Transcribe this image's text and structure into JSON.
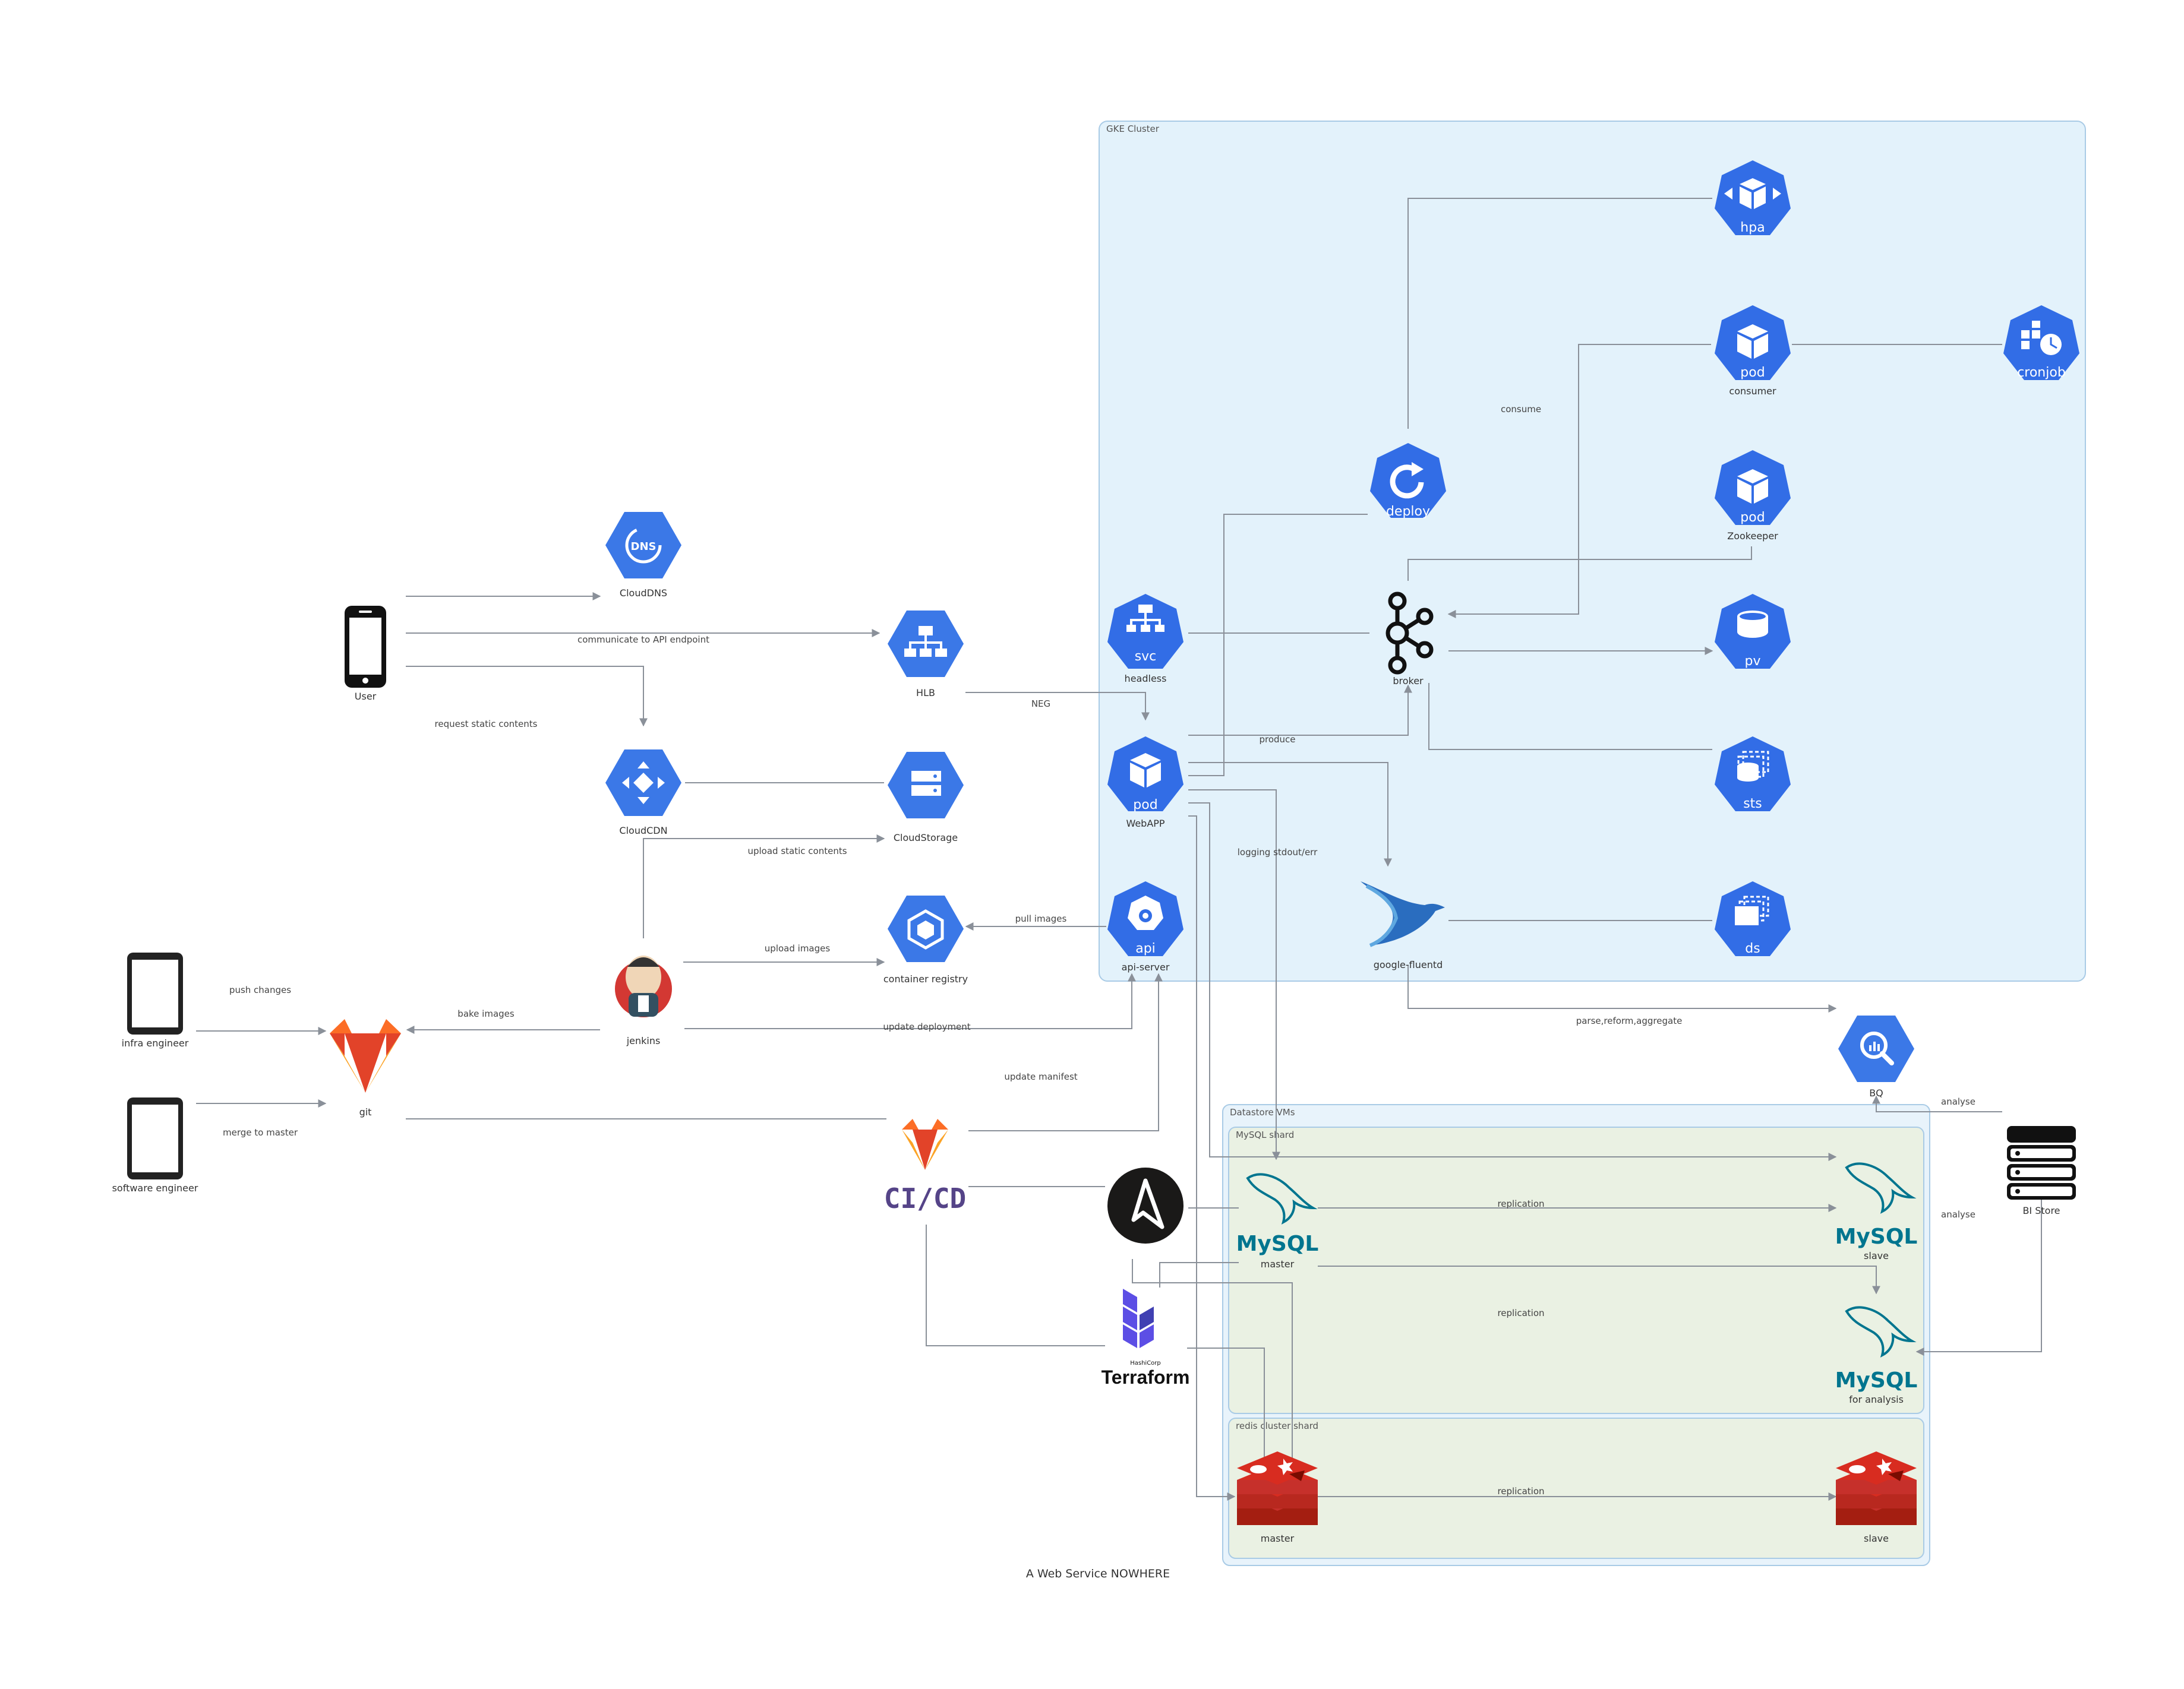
{
  "caption": "A Web Service NOWHERE",
  "groups": {
    "gke": "GKE Cluster",
    "datastore": "Datastore VMs",
    "mysql_shard": "MySQL shard",
    "redis_shard": "redis cluster shard"
  },
  "nodes": {
    "user": "User",
    "infra_engineer": "infra engineer",
    "software_engineer": "software engineer",
    "git": "git",
    "jenkins": "jenkins",
    "cicd": "CI/CD",
    "terraform": "Terraform",
    "terraform_vendor": "HashiCorp",
    "cloud_dns": "CloudDNS",
    "cloud_dns_icon": "DNS",
    "hlb": "HLB",
    "cloud_cdn": "CloudCDN",
    "cloud_storage": "CloudStorage",
    "container_registry": "container registry",
    "headless": "headless",
    "headless_icon": "svc",
    "webapp": "WebAPP",
    "webapp_icon": "pod",
    "api_server": "api-server",
    "api_server_icon": "api",
    "deploy_icon": "deploy",
    "hpa_icon": "hpa",
    "consumer": "consumer",
    "consumer_icon": "pod",
    "cronjob_icon": "cronjob",
    "zookeeper": "Zookeeper",
    "zookeeper_icon": "pod",
    "broker": "broker",
    "pv_icon": "pv",
    "sts_icon": "sts",
    "fluentd": "google-fluentd",
    "ds_icon": "ds",
    "bq": "BQ",
    "bi_store": "BI Store",
    "mysql_master": "master",
    "mysql_slave": "slave",
    "mysql_analysis": "for analysis",
    "redis_master": "master",
    "redis_slave": "slave",
    "mysql_logo": "MySQL"
  },
  "edge_labels": {
    "communicate": "communicate to API endpoint",
    "request_static": "request static contents",
    "neg": "NEG",
    "upload_static": "upload static contents",
    "upload_images": "upload images",
    "pull_images": "pull images",
    "push_changes": "push changes",
    "bake_images": "bake images",
    "update_deployment": "update deployment",
    "merge_to_master": "merge to master",
    "update_manifest": "update manifest",
    "consume": "consume",
    "produce": "produce",
    "logging": "logging stdout/err",
    "parse": "parse,reform,aggregate",
    "analyse1": "analyse",
    "analyse2": "analyse",
    "replication1": "replication",
    "replication2": "replication",
    "replication3": "replication"
  },
  "colors": {
    "gcp_blue": "#3b78e7",
    "gke_fill": "#e3f2fb",
    "datastore_fill": "#e8f3fb",
    "shard_fill": "#eaf1e3",
    "redis_red": "#c6302b",
    "gitlab_orange": "#e24329",
    "terraform_purple": "#5c4ee5",
    "mysql_blue": "#00758f",
    "mysql_orange": "#f29111",
    "edge_gray": "#8a9099"
  }
}
